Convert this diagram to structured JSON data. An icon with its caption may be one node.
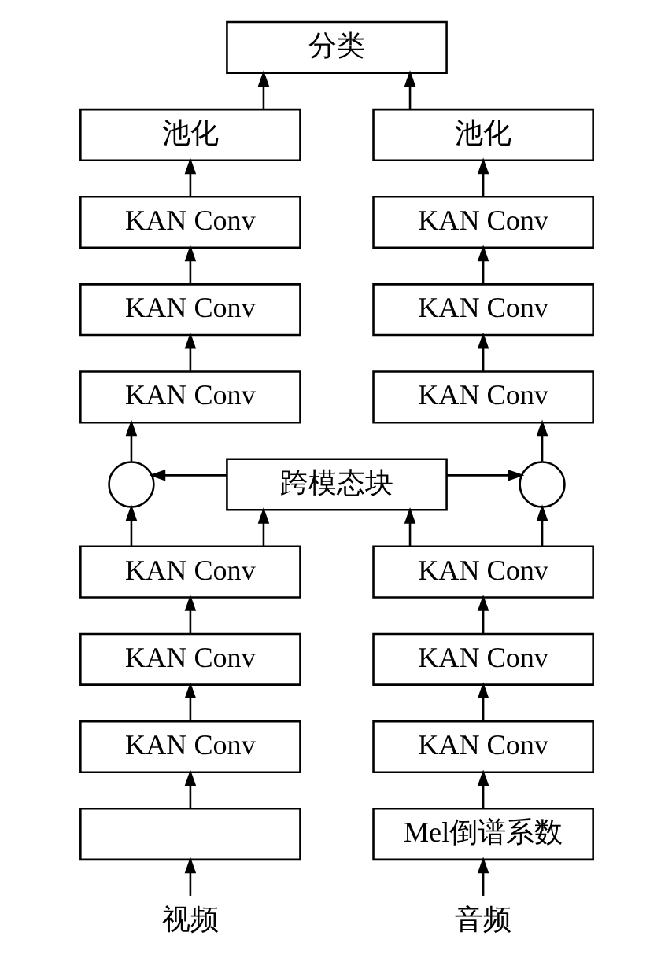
{
  "diagram": {
    "nodes": [
      {
        "text": [
          "分类"
        ]
      },
      {
        "text": [
          "池化"
        ]
      },
      {
        "text": [
          "池化"
        ]
      },
      {
        "text": [
          "KAN Conv"
        ]
      },
      {
        "text": [
          "KAN Conv"
        ]
      },
      {
        "text": [
          "KAN Conv"
        ]
      },
      {
        "text": [
          "KAN Conv"
        ]
      },
      {
        "text": [
          "KAN Conv"
        ]
      },
      {
        "text": [
          "KAN Conv"
        ]
      },
      {
        "text": [],
        "shape": "circle"
      },
      {
        "text": [
          "跨模态块"
        ]
      },
      {
        "text": [],
        "shape": "circle"
      },
      {
        "text": [
          "KAN Conv"
        ]
      },
      {
        "text": [
          "KAN Conv"
        ]
      },
      {
        "text": [
          "KAN Conv"
        ]
      },
      {
        "text": [
          "KAN Conv"
        ]
      },
      {
        "text": [
          "KAN Conv"
        ]
      },
      {
        "text": [
          "KAN Conv"
        ]
      },
      {
        "text": [],
        "shape": "box"
      },
      {
        "text": [
          "Mel倒谱系数"
        ]
      },
      {
        "text": [
          "视频"
        ]
      },
      {
        "text": [
          "音频"
        ]
      }
    ],
    "edges": [
      {
        "from": 20,
        "to": 18,
        "arrow": "to"
      },
      {
        "from": 18,
        "to": 16,
        "arrow": "to"
      },
      {
        "from": 16,
        "to": 14,
        "arrow": "to"
      },
      {
        "from": 14,
        "to": 12,
        "arrow": "to"
      },
      {
        "from": 12,
        "to": 9,
        "arrow": "to"
      },
      {
        "from": 12,
        "to": 10,
        "arrow": "to"
      },
      {
        "from": 10,
        "to": 9,
        "arrow": "to"
      },
      {
        "from": 10,
        "to": 11,
        "arrow": "to"
      },
      {
        "from": 9,
        "to": 7,
        "arrow": "to"
      },
      {
        "from": 7,
        "to": 5,
        "arrow": "to"
      },
      {
        "from": 5,
        "to": 3,
        "arrow": "to"
      },
      {
        "from": 3,
        "to": 1,
        "arrow": "to"
      },
      {
        "from": 1,
        "to": 0,
        "arrow": "to"
      },
      {
        "from": 21,
        "to": 19,
        "arrow": "to"
      },
      {
        "from": 19,
        "to": 17,
        "arrow": "to"
      },
      {
        "from": 17,
        "to": 15,
        "arrow": "to"
      },
      {
        "from": 15,
        "to": 13,
        "arrow": "to"
      },
      {
        "from": 13,
        "to": 11,
        "arrow": "to"
      },
      {
        "from": 13,
        "to": 10,
        "arrow": "to"
      },
      {
        "from": 11,
        "to": 8,
        "arrow": "to"
      },
      {
        "from": 8,
        "to": 6,
        "arrow": "to"
      },
      {
        "from": 6,
        "to": 4,
        "arrow": "to"
      },
      {
        "from": 4,
        "to": 2,
        "arrow": "to"
      },
      {
        "from": 2,
        "to": 0,
        "arrow": "to"
      }
    ]
  }
}
